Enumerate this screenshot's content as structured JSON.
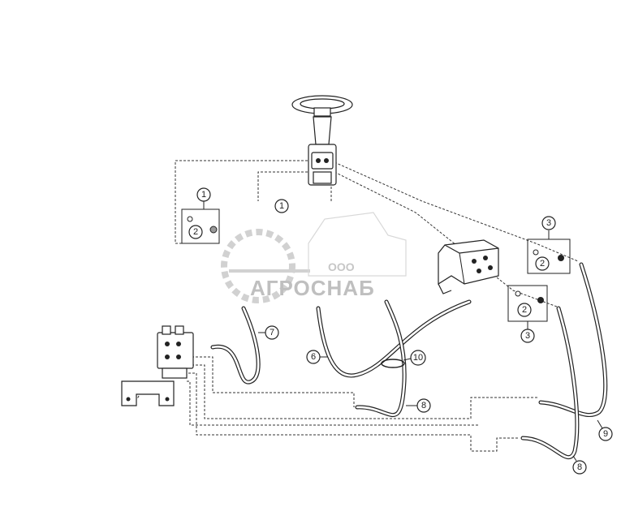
{
  "callouts": [
    {
      "id": "c1",
      "label": "1"
    },
    {
      "id": "c2a",
      "label": "2"
    },
    {
      "id": "c1b",
      "label": "1"
    },
    {
      "id": "c3a",
      "label": "3"
    },
    {
      "id": "c2b",
      "label": "2"
    },
    {
      "id": "c2c",
      "label": "2"
    },
    {
      "id": "c3b",
      "label": "3"
    },
    {
      "id": "c7",
      "label": "7"
    },
    {
      "id": "c6",
      "label": "6"
    },
    {
      "id": "c10",
      "label": "10"
    },
    {
      "id": "c8a",
      "label": "8"
    },
    {
      "id": "c9",
      "label": "9"
    },
    {
      "id": "c8b",
      "label": "8"
    }
  ],
  "watermark": {
    "top": "ООО",
    "name": "АГРОСНАБ"
  },
  "colors": {
    "line": "#222222",
    "watermark": "#c9c9c9"
  }
}
